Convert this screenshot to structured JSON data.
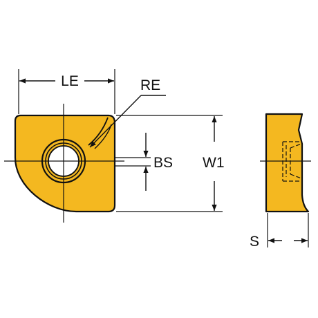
{
  "labels": {
    "le": "LE",
    "re": "RE",
    "bs": "BS",
    "w1": "W1",
    "s": "S"
  },
  "colors": {
    "insert_fill": "#F4B820",
    "outline": "#111111",
    "background": "#FFFFFF"
  }
}
